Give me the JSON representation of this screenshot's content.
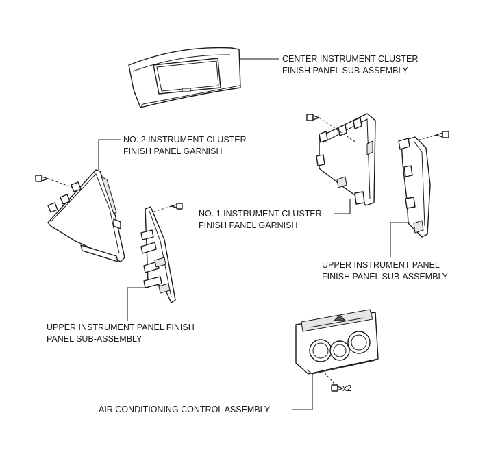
{
  "labels": {
    "center_panel": [
      "CENTER INSTRUMENT CLUSTER",
      "FINISH PANEL SUB-ASSEMBLY"
    ],
    "no2_garnish": [
      "NO. 2 INSTRUMENT CLUSTER",
      "FINISH PANEL GARNISH"
    ],
    "no1_garnish": [
      "NO. 1 INSTRUMENT CLUSTER",
      "FINISH PANEL GARNISH"
    ],
    "upper_right": [
      "UPPER INSTRUMENT PANEL",
      "FINISH PANEL SUB-ASSEMBLY"
    ],
    "upper_left": [
      "UPPER INSTRUMENT PANEL FINISH",
      "PANEL SUB-ASSEMBLY"
    ],
    "ac_control": "AIR CONDITIONING CONTROL ASSEMBLY",
    "screw_qty": "x2"
  },
  "icons": {
    "screw": "screw-icon"
  }
}
